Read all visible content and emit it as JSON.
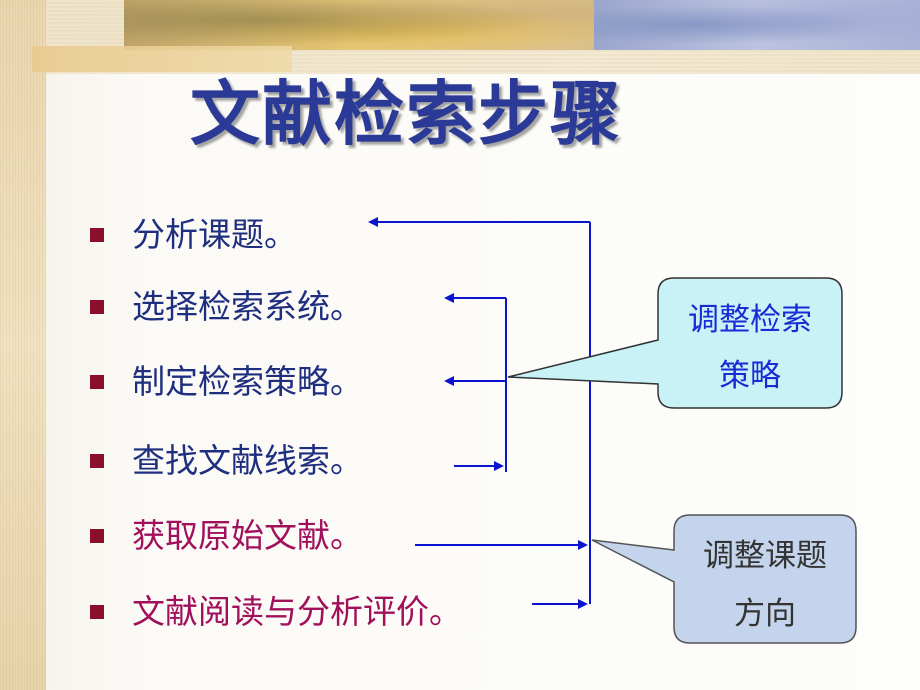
{
  "slide": {
    "title": "文献检索步骤",
    "bullets": [
      {
        "text": "分析课题。",
        "color": "#1f2f7f"
      },
      {
        "text": "选择检索系统。",
        "color": "#1f2f7f"
      },
      {
        "text": "制定检索策略。",
        "color": "#1f2f7f"
      },
      {
        "text": "查找文献线索。",
        "color": "#1f2f7f"
      },
      {
        "text": "获取原始文献。",
        "color": "#a0105b"
      },
      {
        "text": "文献阅读与分析评价。",
        "color": "#a0105b"
      }
    ],
    "callouts": {
      "strategy": {
        "line1": "调整检索",
        "line2": "策略",
        "fill": "#c8f2f6",
        "text_color": "#1a2bd6"
      },
      "topic": {
        "line1": "调整课题",
        "line2": "方向",
        "fill": "#c3d4ec",
        "text_color": "#333333"
      }
    },
    "arrow_color": "#0a14d0",
    "bullet_color": "#8b0e2b"
  }
}
